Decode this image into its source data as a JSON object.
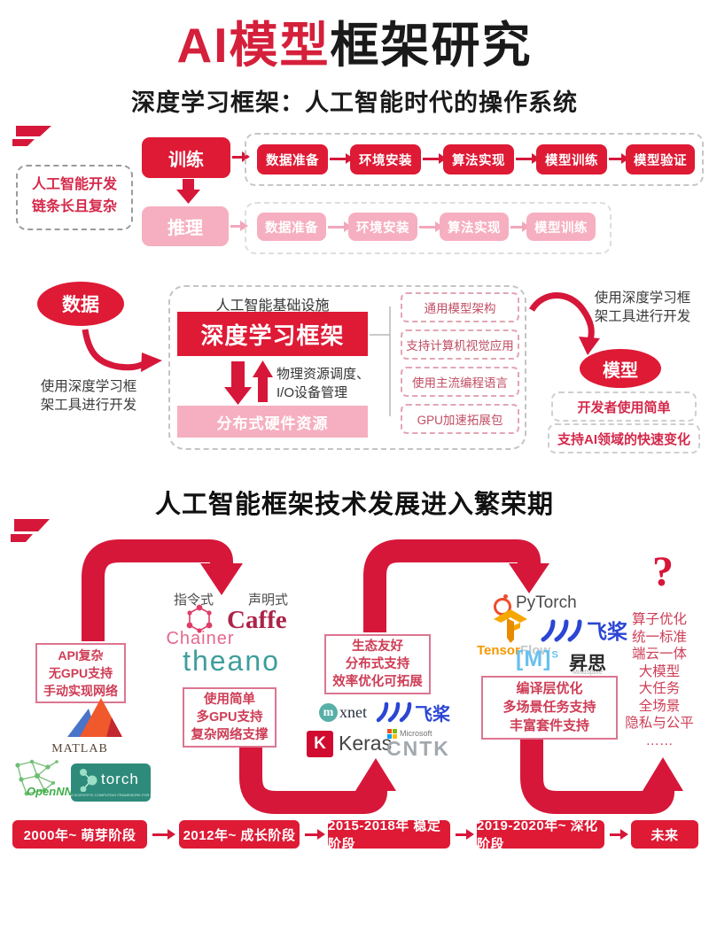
{
  "header": {
    "title_red": "AI模型",
    "title_black": "框架研究",
    "subtitle": "深度学习框架：人工智能时代的操作系统"
  },
  "pipeline": {
    "side_note": {
      "line1": "人工智能开发",
      "line2": "链条长且复杂"
    },
    "train": {
      "label": "训练",
      "steps": [
        "数据准备",
        "环境安装",
        "算法实现",
        "模型训练",
        "模型验证"
      ]
    },
    "infer": {
      "label": "推理",
      "steps": [
        "数据准备",
        "环境安装",
        "算法实现",
        "模型训练"
      ]
    }
  },
  "infra": {
    "data_oval": "数据",
    "model_oval": "模型",
    "dev_note": {
      "line1": "使用深度学习框",
      "line2": "架工具进行开发"
    },
    "container_title": "人工智能基础设施",
    "dl_framework": "深度学习框架",
    "resource_note": {
      "line1": "物理资源调度、",
      "line2": "I/O设备管理"
    },
    "hardware": "分布式硬件资源",
    "features": [
      "通用模型架构",
      "支持计算机视觉应用",
      "使用主流编程语言",
      "GPU加速拓展包"
    ],
    "model_points": [
      "开发者使用简单",
      "支持AI领域的快速变化"
    ]
  },
  "boom": {
    "section_title": "人工智能框架技术发展进入繁荣期",
    "imperative": "指令式",
    "declarative": "声明式",
    "question_mark": "?",
    "era1_note": [
      "API复杂",
      "无GPU支持",
      "手动实现网络"
    ],
    "era2_note": [
      "使用简单",
      "多GPU支持",
      "复杂网络支撑"
    ],
    "era3_note": [
      "生态友好",
      "分布式支持",
      "效率优化可拓展"
    ],
    "era4_note": [
      "编译层优化",
      "多场景任务支持",
      "丰富套件支持"
    ],
    "future_items": [
      "算子优化",
      "统一标准",
      "端云一体",
      "大模型",
      "大任务",
      "全场景",
      "隐私与公平",
      "……"
    ],
    "stages": [
      "2000年~ 萌芽阶段",
      "2012年~ 成长阶段",
      "2015-2018年 稳定阶段",
      "2019-2020年~ 深化阶段",
      "未来"
    ]
  },
  "logos": {
    "chainer": "Chainer",
    "caffe": "Caffe",
    "theano": "theano",
    "matlab": "MATLAB",
    "opennn": "OpenNN",
    "torch": "torch",
    "torch_caption": "A SCIENTIFIC COMPUTING FRAMEWORK FOR LUAJIT",
    "mxnet_m": "m",
    "mxnet": "xnet",
    "keras_k": "K",
    "keras": "Keras",
    "microsoft": "Microsoft",
    "cntk": "CNTK",
    "pytorch": "PyTorch",
    "tf_tensor": "Tensor",
    "tf_flow": "Flow",
    "paddle": "飞桨",
    "mindspore_bracket": "[M]",
    "mindspore_sup": "S",
    "mindspore_cn": "昇思",
    "mindspore_en": "MindSpore"
  },
  "colors": {
    "accent": "#DE1A35",
    "arrow": "#D6173A",
    "pink": "#F6AFC0"
  }
}
